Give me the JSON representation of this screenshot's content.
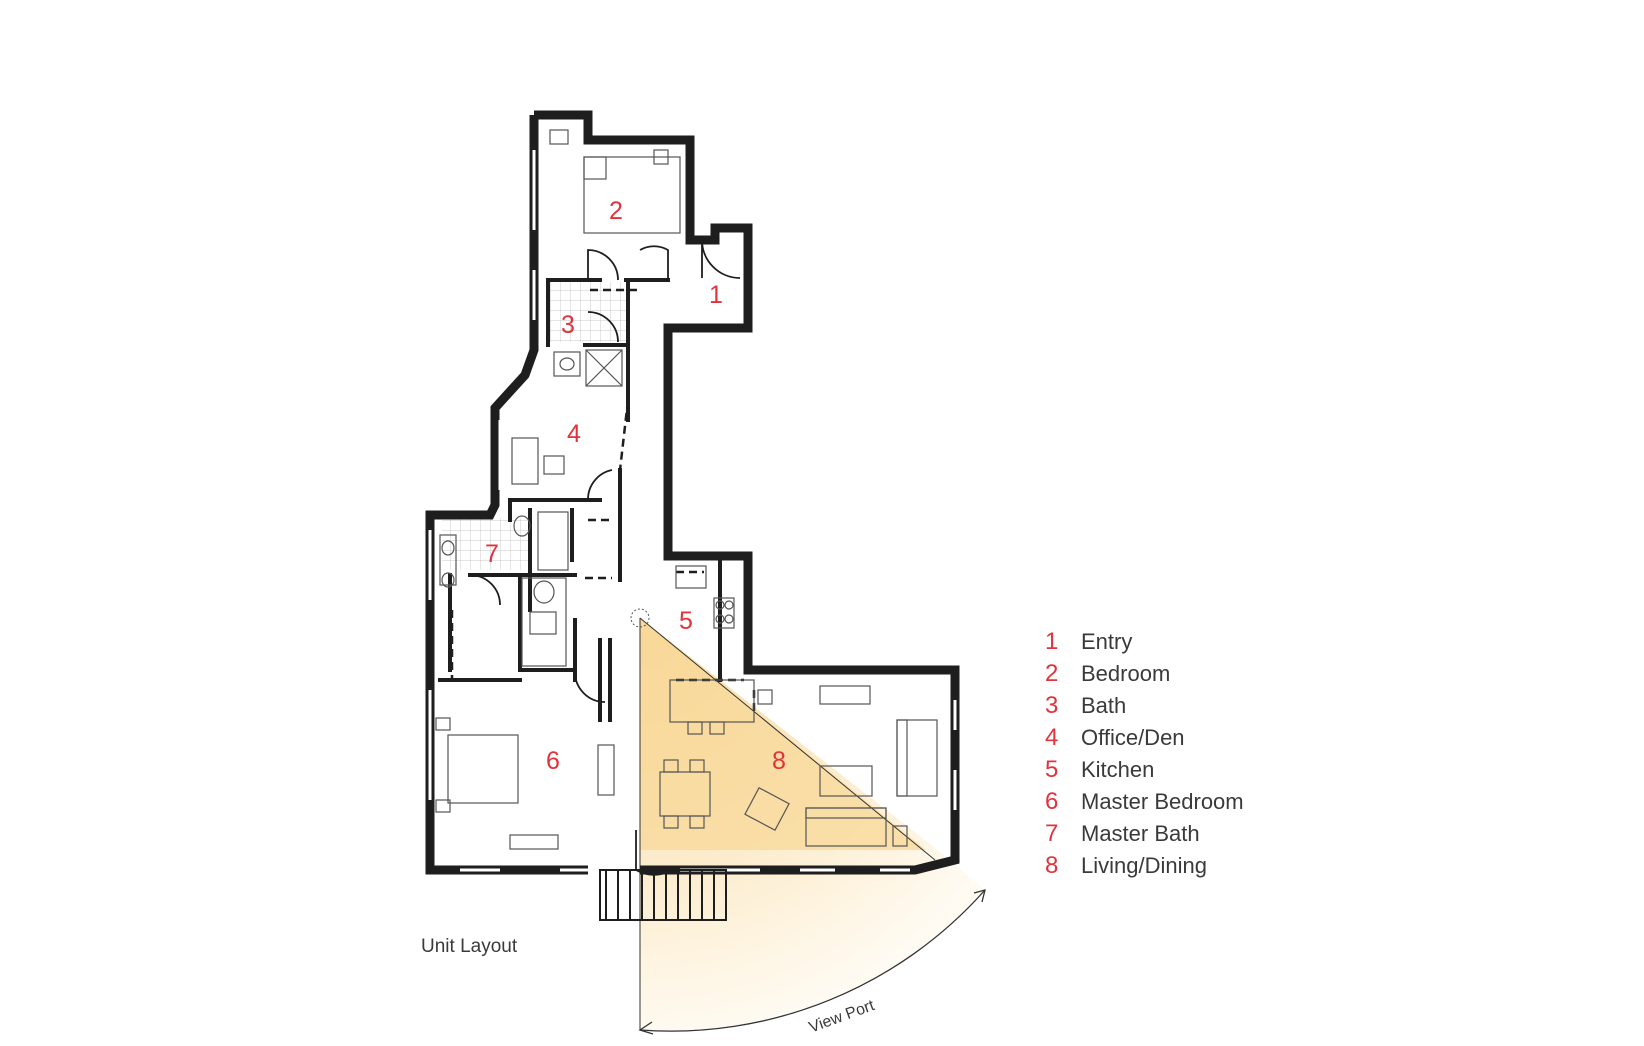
{
  "colors": {
    "accent_red": "#e0333c",
    "wall": "#1e1e1e",
    "view_cone": "#f9dfa6",
    "text": "#3a3a3a"
  },
  "rooms": [
    {
      "num": "1",
      "name": "Entry"
    },
    {
      "num": "2",
      "name": "Bedroom"
    },
    {
      "num": "3",
      "name": "Bath"
    },
    {
      "num": "4",
      "name": "Office/Den"
    },
    {
      "num": "5",
      "name": "Kitchen"
    },
    {
      "num": "6",
      "name": "Master Bedroom"
    },
    {
      "num": "7",
      "name": "Master Bath"
    },
    {
      "num": "8",
      "name": "Living/Dining"
    }
  ],
  "caption": "Unit Layout",
  "view_port_label": "View Port"
}
